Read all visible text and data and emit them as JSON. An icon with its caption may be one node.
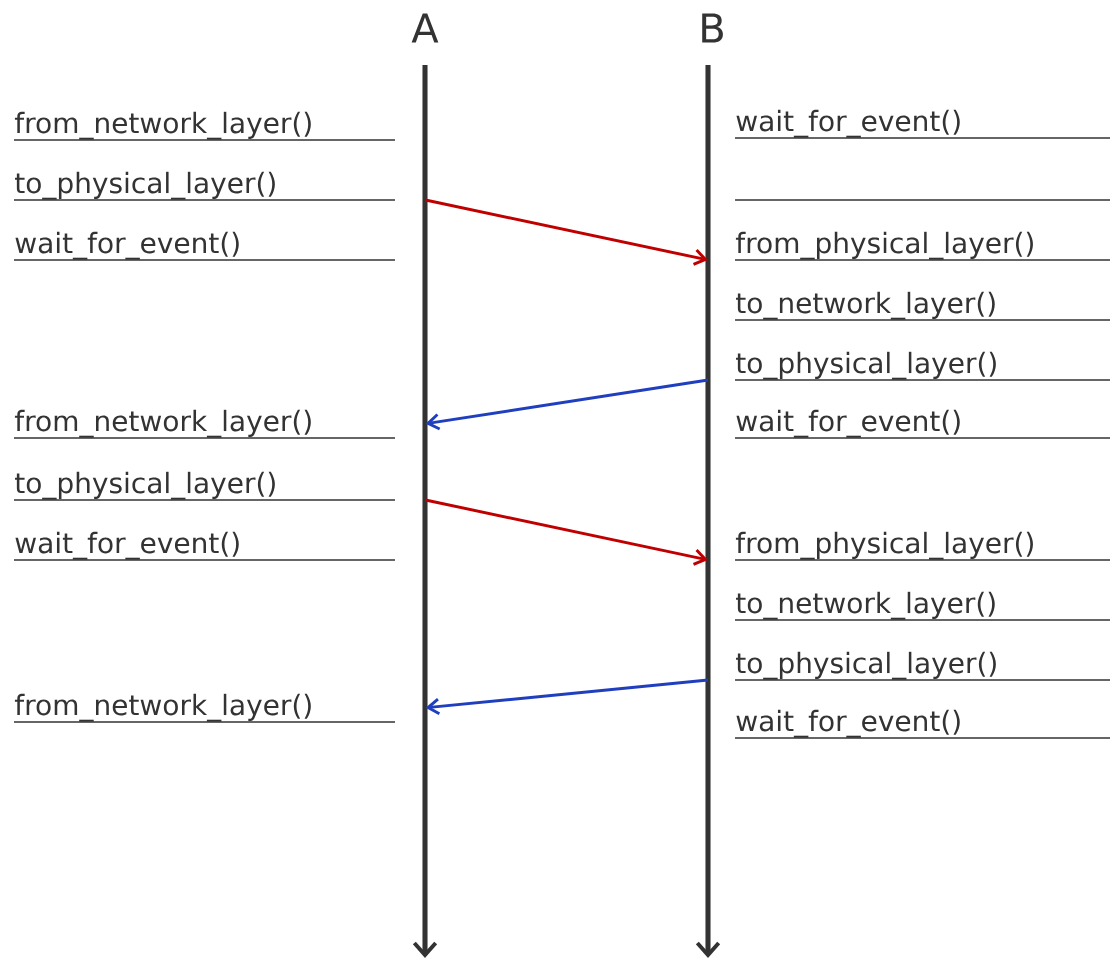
{
  "diagram": {
    "nodes": [
      {
        "text": [
          "from_network_layer()"
        ]
      },
      {
        "text": [
          "to_physical_layer()"
        ]
      },
      {
        "text": [
          "wait_for_event()"
        ]
      },
      {
        "text": [
          "from_network_layer()"
        ]
      },
      {
        "text": [
          "to_physical_layer()"
        ]
      },
      {
        "text": [
          "wait_for_event()"
        ]
      },
      {
        "text": [
          "from_network_layer()"
        ]
      },
      {
        "text": [
          "wait_for_event()"
        ]
      },
      {
        "text": [
          "from_physical_layer()"
        ]
      },
      {
        "text": [
          "to_network_layer()"
        ]
      },
      {
        "text": [
          "to_physical_layer()"
        ]
      },
      {
        "text": [
          "wait_for_event()"
        ]
      },
      {
        "text": [
          "from_physical_layer()"
        ]
      },
      {
        "text": [
          "to_network_layer()"
        ]
      },
      {
        "text": [
          "to_physical_layer()"
        ]
      },
      {
        "text": [
          "wait_for_event()"
        ]
      }
    ],
    "edges": [
      {
        "from": 1,
        "to": 8,
        "arrow": "to",
        "color": "#c00000"
      },
      {
        "from": 10,
        "to": 3,
        "arrow": "to",
        "color": "#1f3fbf"
      },
      {
        "from": 4,
        "to": 12,
        "arrow": "to",
        "color": "#c00000"
      },
      {
        "from": 14,
        "to": 6,
        "arrow": "to",
        "color": "#1f3fbf"
      }
    ],
    "labels": [
      "A",
      "B"
    ]
  }
}
